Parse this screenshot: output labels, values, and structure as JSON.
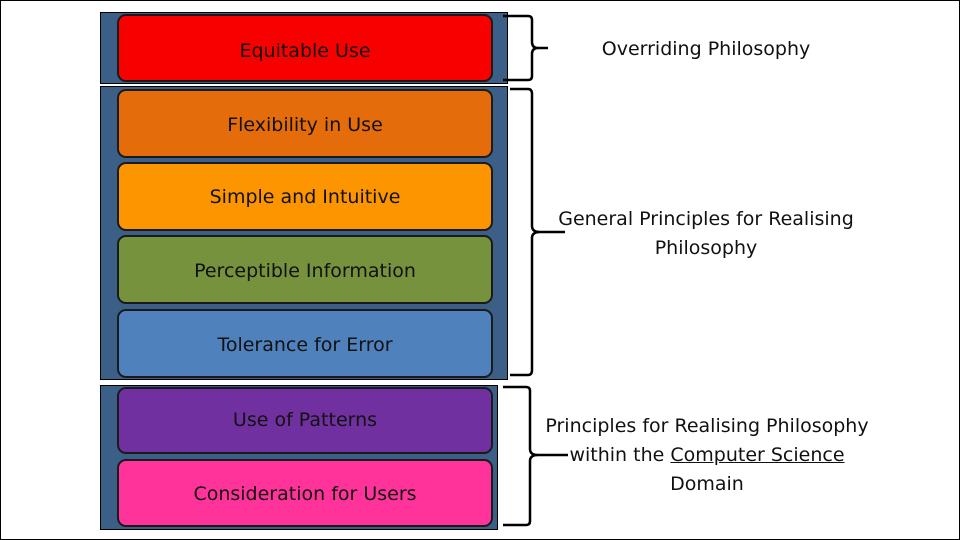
{
  "layers": [
    {
      "label": "Equitable Use",
      "color": "#f80000"
    },
    {
      "label": "Flexibility in Use",
      "color": "#e46c0a"
    },
    {
      "label": "Simple and Intuitive",
      "color": "#fd9500"
    },
    {
      "label": "Perceptible Information",
      "color": "#76923c"
    },
    {
      "label": "Tolerance for Error",
      "color": "#4f81bd"
    },
    {
      "label": "Use of Patterns",
      "color": "#7030a0"
    },
    {
      "label": "Consideration for Users",
      "color": "#ff3399"
    }
  ],
  "groups": [
    {
      "lines": [
        "Overriding Philosophy"
      ]
    },
    {
      "lines": [
        "General Principles for Realising",
        "Philosophy"
      ]
    },
    {
      "line1": "Principles for Realising Philosophy",
      "line2_pre": "within the ",
      "line2_link": "Computer Science",
      "line3": "Domain"
    }
  ],
  "panel_color": "#3b5f86"
}
